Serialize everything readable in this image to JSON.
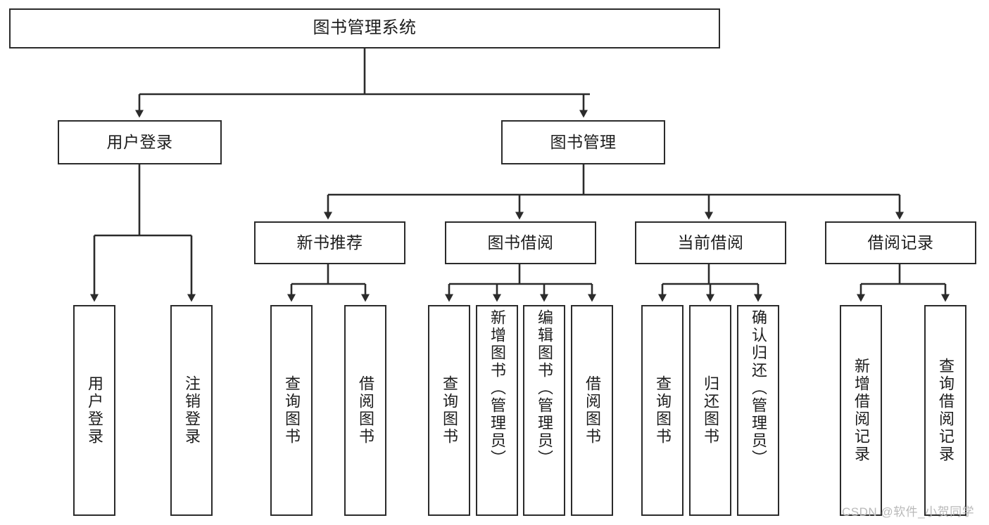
{
  "diagram": {
    "type": "tree-hierarchy",
    "title": "图书管理系统",
    "root": {
      "id": "root",
      "label": "图书管理系统"
    },
    "level2": [
      {
        "id": "user-login",
        "label": "用户登录"
      },
      {
        "id": "book-manage",
        "label": "图书管理"
      }
    ],
    "level3": [
      {
        "id": "new-book-recommend",
        "label": "新书推荐",
        "parent": "book-manage"
      },
      {
        "id": "book-borrow",
        "label": "图书借阅",
        "parent": "book-manage"
      },
      {
        "id": "current-borrow",
        "label": "当前借阅",
        "parent": "book-manage"
      },
      {
        "id": "borrow-record",
        "label": "借阅记录",
        "parent": "book-manage"
      }
    ],
    "leaves": [
      {
        "id": "leaf-user-login",
        "label": "用户登录",
        "parent": "user-login"
      },
      {
        "id": "leaf-user-logout",
        "label": "注销登录",
        "parent": "user-login"
      },
      {
        "id": "leaf-query-book-1",
        "label": "查询图书",
        "parent": "new-book-recommend"
      },
      {
        "id": "leaf-borrow-book-1",
        "label": "借阅图书",
        "parent": "new-book-recommend"
      },
      {
        "id": "leaf-query-book-2",
        "label": "查询图书",
        "parent": "book-borrow"
      },
      {
        "id": "leaf-add-book",
        "label": "新增图书（管理员）",
        "parent": "book-borrow"
      },
      {
        "id": "leaf-edit-book",
        "label": "编辑图书（管理员）",
        "parent": "book-borrow"
      },
      {
        "id": "leaf-borrow-book-2",
        "label": "借阅图书",
        "parent": "book-borrow"
      },
      {
        "id": "leaf-query-book-3",
        "label": "查询图书",
        "parent": "current-borrow"
      },
      {
        "id": "leaf-return-book",
        "label": "归还图书",
        "parent": "current-borrow"
      },
      {
        "id": "leaf-confirm-return",
        "label": "确认归还（管理员）",
        "parent": "current-borrow"
      },
      {
        "id": "leaf-add-record",
        "label": "新增借阅记录",
        "parent": "borrow-record"
      },
      {
        "id": "leaf-query-record",
        "label": "查询借阅记录",
        "parent": "borrow-record"
      }
    ],
    "colors": {
      "stroke": "#2b2b2b",
      "fill": "#ffffff",
      "text": "#1d1d1d",
      "watermark": "#b9b9b9"
    }
  },
  "watermark": {
    "text": "CSDN @软件_小贺同学"
  }
}
